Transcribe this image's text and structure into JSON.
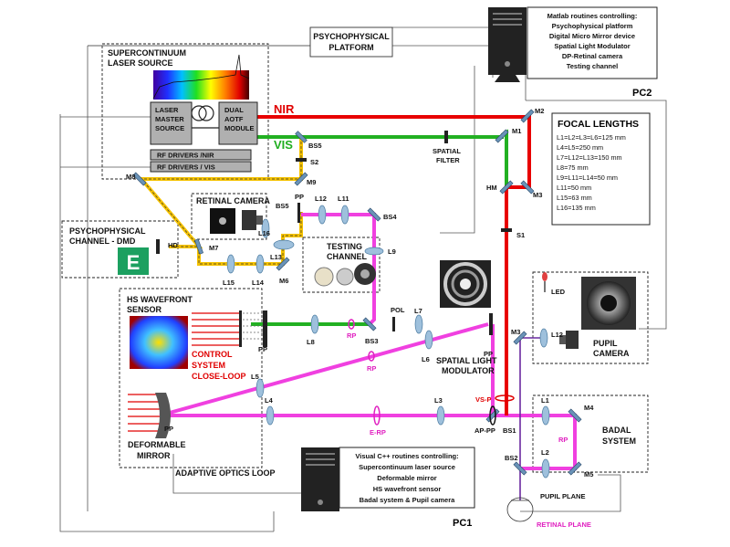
{
  "platform": {
    "title_l1": "PSYCHOPHYSICAL",
    "title_l2": "PLATFORM"
  },
  "laser": {
    "title_l1": "SUPERCONTINUUM",
    "title_l2": "LASER SOURCE",
    "master_l1": "LASER",
    "master_l2": "MASTER",
    "master_l3": "SOURCE",
    "aotf_l1": "DUAL",
    "aotf_l2": "AOTF",
    "aotf_l3": "MODULE",
    "rf_nir": "RF DRIVERS /NIR",
    "rf_vis": "RF DRIVERS / VIS"
  },
  "beams": {
    "nir": "NIR",
    "vis": "VIS"
  },
  "pc2": {
    "lines": [
      "Matlab routines controlling:",
      "Psychophysical platform",
      "Digital Micro Mirror device",
      "Spatial Light Modulator",
      "DP-Retinal camera",
      "Testing channel"
    ],
    "label": "PC2"
  },
  "pc1": {
    "lines": [
      "Visual C++ routines controlling:",
      "Supercontinuum laser source",
      "Deformable mirror",
      "HS wavefront sensor",
      "Badal system & Pupil camera"
    ],
    "label": "PC1"
  },
  "focal": {
    "title": "FOCAL LENGTHS",
    "lines": [
      "L1=L2=L3=L6=125 mm",
      "L4=L5=250 mm",
      "L7=L12=L13=150 mm",
      "L8=75 mm",
      "L9=L11=L14=50 mm",
      "L11=50 mm",
      "L15=63 mm",
      "L16=135 mm"
    ]
  },
  "components": {
    "m1": "M1",
    "m2": "M2",
    "m3": "M3",
    "m3b": "M3",
    "m4": "M4",
    "m5": "M5",
    "m6": "M6",
    "m7": "M7",
    "m8": "M8",
    "m9": "M9",
    "hm": "HM",
    "s1": "S1",
    "s2": "S2",
    "bs1": "BS1",
    "bs2": "BS2",
    "bs3": "BS3",
    "bs4": "BS4",
    "bs5": "BS5",
    "bs5b": "BS5",
    "hd": "HD",
    "pp": "PP",
    "pp2": "PP",
    "pp3": "PP",
    "pp4": "PP",
    "pol": "POL",
    "ap_pp": "AP-PP",
    "l1": "L1",
    "l2": "L2",
    "l3": "L3",
    "l4": "L4",
    "l5": "L5",
    "l6": "L6",
    "l7": "L7",
    "l8": "L8",
    "l9": "L9",
    "l11": "L11",
    "l12": "L12",
    "l12b": "L12",
    "l13": "L13",
    "l14": "L14",
    "l15": "L15",
    "l16": "L16",
    "led": "LED",
    "spatial_filter_l1": "SPATIAL",
    "spatial_filter_l2": "FILTER"
  },
  "pupil_marks": {
    "rp1": "RP",
    "rp2": "RP",
    "rp3": "RP",
    "erp": "E-RP",
    "vsp": "VS-P"
  },
  "boxes": {
    "retinal_camera": "RETINAL CAMERA",
    "testing_l1": "TESTING",
    "testing_l2": "CHANNEL",
    "psycho_l1": "PSYCHOPHYSICAL",
    "psycho_l2": "CHANNEL - DMD",
    "hs_l1": "HS WAVEFRONT",
    "hs_l2": "SENSOR",
    "control_l1": "CONTROL",
    "control_l2": "SYSTEM",
    "control_l3": "CLOSE-LOOP",
    "deformable_l1": "DEFORMABLE",
    "deformable_l2": "MIRROR",
    "ao_loop": "ADAPTIVE OPTICS LOOP",
    "slm_l1": "SPATIAL LIGHT",
    "slm_l2": "MODULATOR",
    "pupil_cam_l1": "PUPIL",
    "pupil_cam_l2": "CAMERA",
    "badal_l1": "BADAL",
    "badal_l2": "SYSTEM",
    "pupil_plane": "PUPIL PLANE",
    "retinal_plane": "RETINAL PLANE",
    "dmd_letter": "E"
  },
  "colors": {
    "nir": "#e80000",
    "vis": "#22b022",
    "yellow": "#f5c200",
    "magenta": "#f040e0",
    "purple": "#6a2aa0",
    "mirror": "#6a93b8"
  }
}
